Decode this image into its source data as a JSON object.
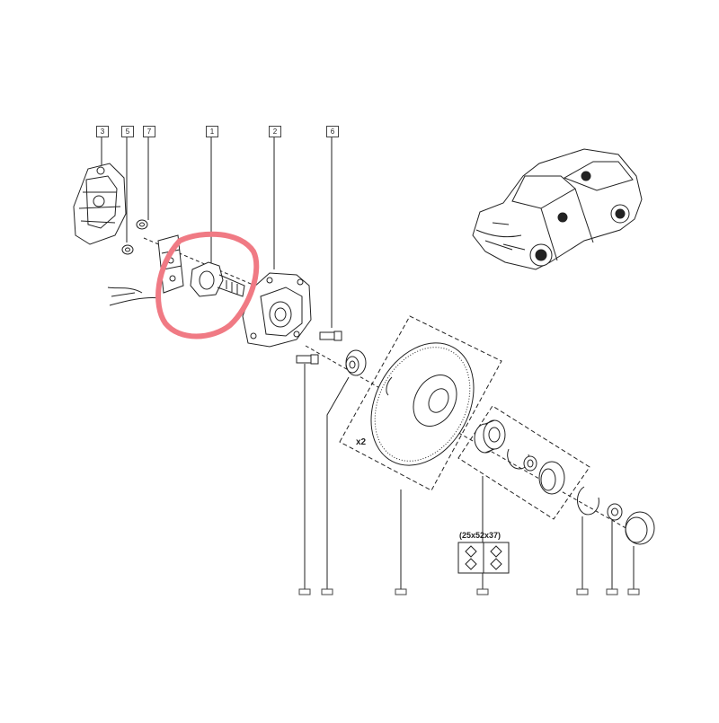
{
  "diagram": {
    "callouts_top": [
      {
        "id": "part-3",
        "label": "3"
      },
      {
        "id": "part-5",
        "label": "5"
      },
      {
        "id": "part-7",
        "label": "7"
      },
      {
        "id": "part-1",
        "label": "1"
      },
      {
        "id": "part-2",
        "label": "2"
      },
      {
        "id": "part-6",
        "label": "6"
      }
    ],
    "disc_multiplier": "x2",
    "bearing_size": "(25x52x37)",
    "highlight_color": "#f07a84",
    "line_color": "#222222"
  }
}
